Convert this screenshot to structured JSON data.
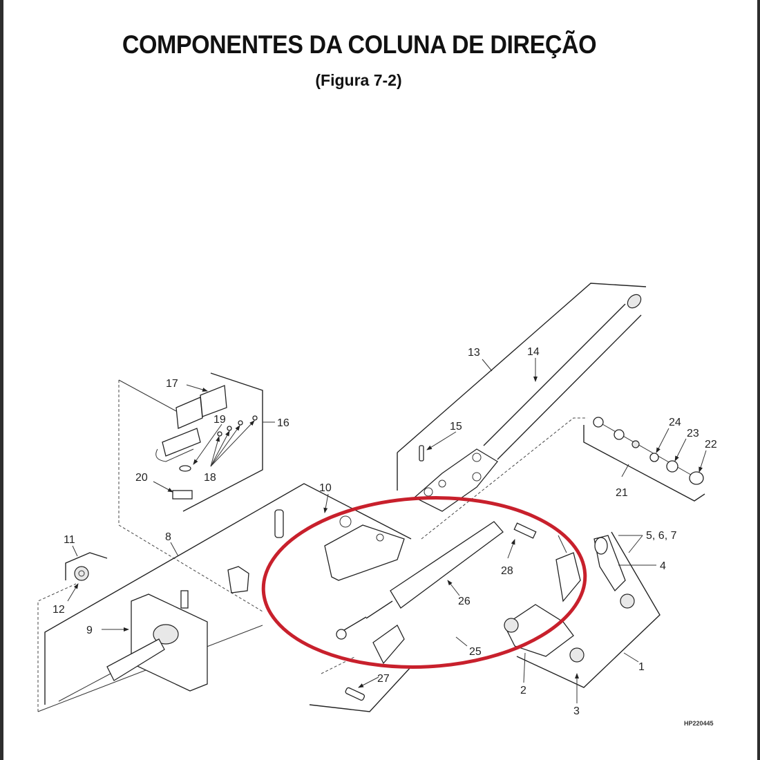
{
  "document": {
    "title": "COMPONENTES DA COLUNA DE DIREÇÃO",
    "subtitle": "(Figura 7-2)",
    "reference_code": "HP220445"
  },
  "highlight": {
    "shape": "ellipse",
    "color": "#c8202c",
    "encircled_parts": [
      "10",
      "25",
      "26",
      "28"
    ]
  },
  "callouts": {
    "c1": "1",
    "c2": "2",
    "c3": "3",
    "c4": "4",
    "c567": "5, 6, 7",
    "c8": "8",
    "c9": "9",
    "c10": "10",
    "c11": "11",
    "c12": "12",
    "c13": "13",
    "c14": "14",
    "c15": "15",
    "c16": "16",
    "c17": "17",
    "c18": "18",
    "c19": "19",
    "c20": "20",
    "c21": "21",
    "c22": "22",
    "c23": "23",
    "c24": "24",
    "c25": "25",
    "c26": "26",
    "c27": "27",
    "c28": "28"
  },
  "colors": {
    "line": "#222222",
    "background": "#ffffff",
    "highlight": "#c8202c",
    "edge": "#2e2e2e"
  }
}
